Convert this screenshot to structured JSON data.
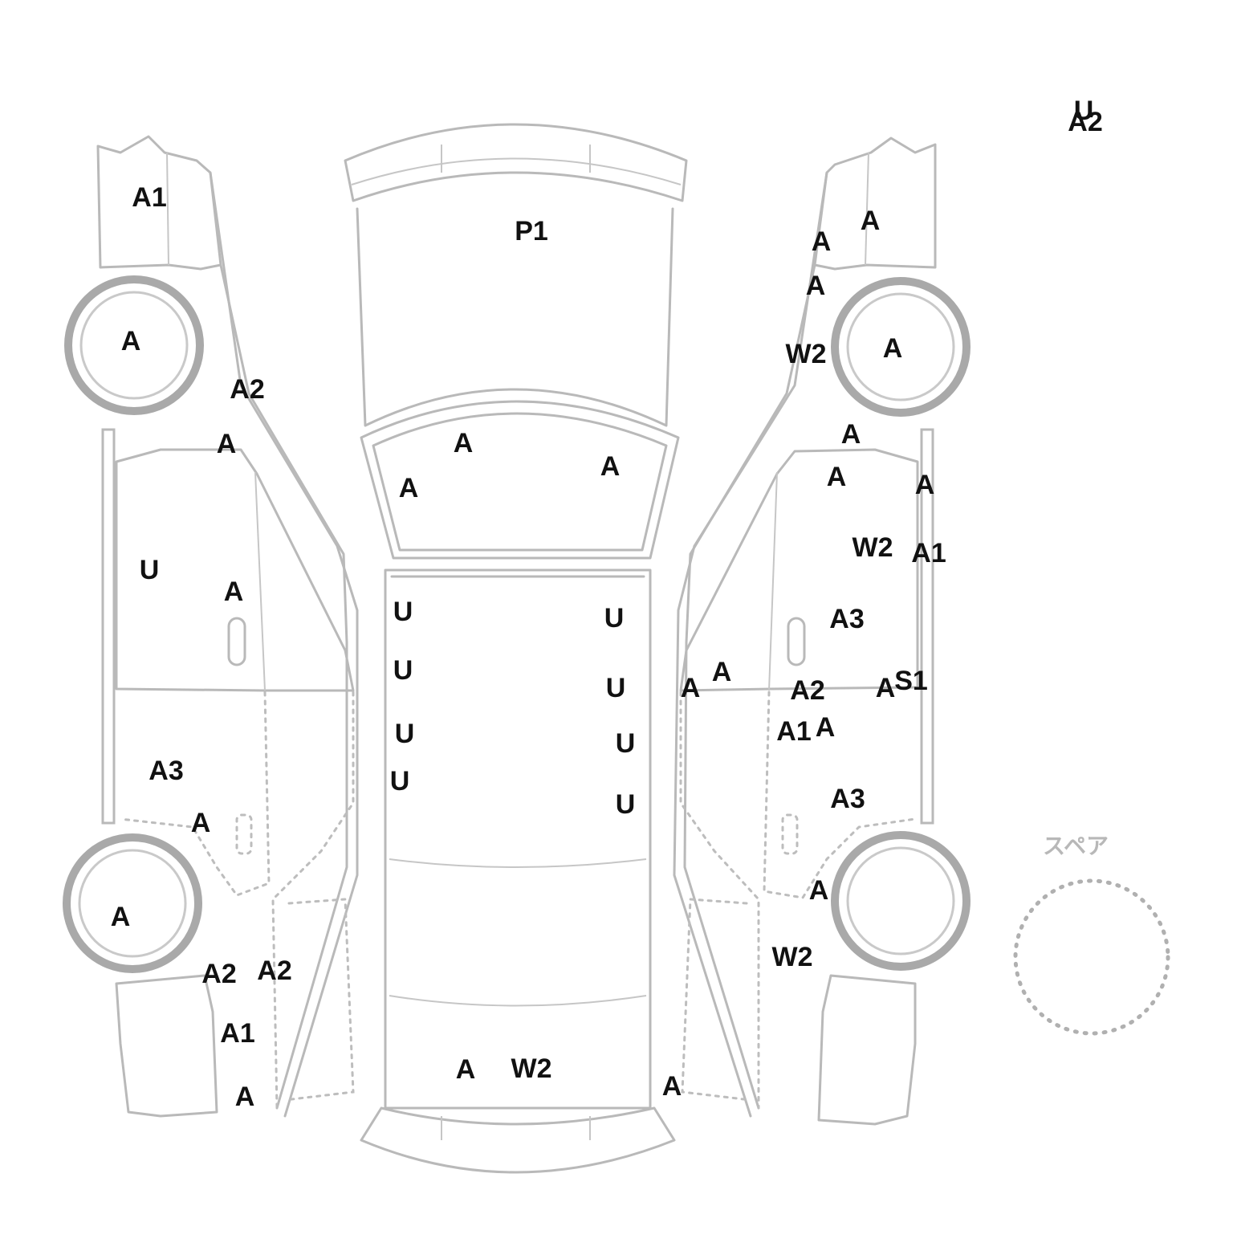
{
  "diagram": {
    "spare_label": "スペア",
    "line_color": "#b9b9b9",
    "mark_color": "#111111"
  },
  "marks": {
    "top_right_1": "U",
    "top_right_2": "A2",
    "left_front_fender": "A1",
    "left_front_wheel": "A",
    "left_a_pillar": "A2",
    "left_front_door_top": "A",
    "left_front_door": "U",
    "left_front_door_handle": "A",
    "left_rear_door": "A3",
    "left_rear_arch": "A",
    "left_rear_wheel": "A",
    "left_rear_quarter_1": "A2",
    "left_rear_quarter_2": "A2",
    "left_rear_quarter_3": "A1",
    "left_rear_bumper": "A",
    "hood": "P1",
    "windshield_1": "A",
    "windshield_2": "A",
    "windshield_3": "A",
    "roof_left_1": "U",
    "roof_left_2": "U",
    "roof_left_3": "U",
    "roof_left_4": "U",
    "roof_right_1": "U",
    "roof_right_2": "U",
    "roof_right_3": "U",
    "roof_right_4": "U",
    "trunk_1": "A",
    "trunk_2": "W2",
    "right_front_fender_1": "A",
    "right_front_fender_2": "A",
    "right_front_fender_3": "A",
    "right_front_fender_4": "W2",
    "right_front_wheel": "A",
    "right_a_pillar": "A",
    "right_front_door_1": "A",
    "right_front_door_2": "A",
    "right_front_door_3": "W2",
    "right_front_door_4": "A1",
    "right_front_door_5": "A3",
    "right_sill_1": "A",
    "right_sill_2": "A",
    "right_sill_3": "A2",
    "right_sill_4": "A",
    "right_sill_5": "S1",
    "right_rear_door_1": "A1",
    "right_rear_door_2": "A",
    "right_rear_door_3": "A3",
    "right_rear_arch": "A",
    "right_rear_quarter": "W2",
    "right_rear_bumper": "A"
  }
}
